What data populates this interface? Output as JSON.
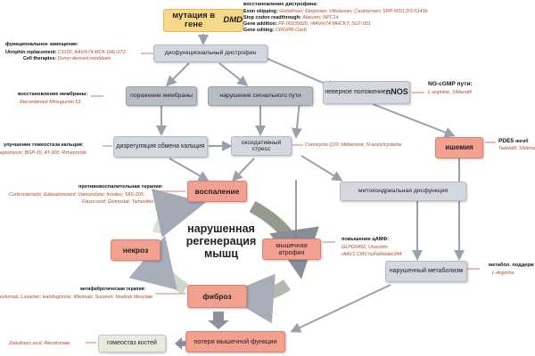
{
  "nodes": {
    "dmd_mutation": "мутация в гене DMD",
    "dysfunctional_dystrophin": "дисфункциональный дистрофин",
    "membrane_damage": "поражение мембраны",
    "signaling_disruption": "нарушение сигнального пути",
    "nnos_mislocalization": "неверное положение nNOS",
    "calcium_dysregulation": "дизрегуляция обмена кальция",
    "oxidative_stress": "оксидативный стресс",
    "ischemia": "ишемия",
    "inflammation": "воспаление",
    "mito_dysfunction": "митохондриальная дисфункция",
    "necrosis": "некроз",
    "muscle_atrophy": "мышечная атрофия",
    "fibrosis": "фиброз",
    "impaired_metabolism": "нарушенный метаболизм",
    "loss_function": "потеря мышечной функции",
    "bone_homeostasis": "гомеостаз костей",
    "center": "нарушенная регенерация мышц"
  },
  "annotations": {
    "dystrophin_restore": {
      "heading": "восстановление дистрофина:",
      "lines": [
        {
          "key": "Exon skipping:",
          "value": "Golodirsen; Eteplirsen; Viltolarsen; Casimersen; SRP-5051;DS-5141b"
        },
        {
          "key": "Stop codon readthrough:",
          "value": "Ataluren; NPC14"
        },
        {
          "key": "Gene addition:",
          "value": "PF-06939926; rAAVrh74.MHCK7; SGT-001"
        },
        {
          "key": "Gene   editing:",
          "value": "CRISPR-Cas9"
        }
      ]
    },
    "functional_replacement": {
      "heading": "функциональное замещение:",
      "lines": [
        {
          "key": "Utrophin replacement:",
          "value": "C1100,  AAVrh74.MCK.GALGT2"
        },
        {
          "key": "Cell therapies:",
          "value": "Donor-derived myoblasts"
        }
      ]
    },
    "membrane_restore": {
      "heading": "восстановление мембраны:",
      "value": "Recombinant Mitsugumin 53"
    },
    "nocgmp": {
      "heading": "NO-cGMP пути:",
      "value": "L-arginine, Sildenafil"
    },
    "calcium": {
      "heading": "улучшение гомеостаза кальция:",
      "value": "eptomycin; BGP-15; AT-300; Rimeporide"
    },
    "oxidative": {
      "value": "Coenzyme Q10; Idebenone; N-acetylcysteine"
    },
    "pde5": {
      "heading": "PDE5",
      "heading_tail": "ингиб",
      "value": "Tadalafil; Sildena"
    },
    "anti_inflammatory": {
      "heading": "противовоспалительная терапия:",
      "value_1": "Corticosteroids; Edasalonexent; Vamorolone; Ironilex; TAS-205;",
      "value_2": "Flavocoxid; Givinostat; Tamoxifen"
    },
    "camp": {
      "heading": "повышение цАМФ:",
      "value_1": "GLPG0492; Urocortin",
      "value_2": "rAAV1.CMV.huFollistatin344"
    },
    "metabolic": {
      "heading": "метабол. поддерж",
      "value": "L-Arginine"
    },
    "antifibrotic": {
      "heading": "антифибротическая терапия:",
      "value": "evtumab; Losartan; Halofuginone; Ifilisimab; Suramin; Imatinib Mesylate"
    },
    "bone": {
      "value": "Zoledronic acid, Alendronate"
    }
  },
  "colors": {
    "yellow": "#f7d98c",
    "gray": "#d3d7df",
    "salmon": "#f2a190",
    "therapy_text": "#b34a26",
    "arrow": "#9aa1ad",
    "pointer": "#c45a3a"
  }
}
